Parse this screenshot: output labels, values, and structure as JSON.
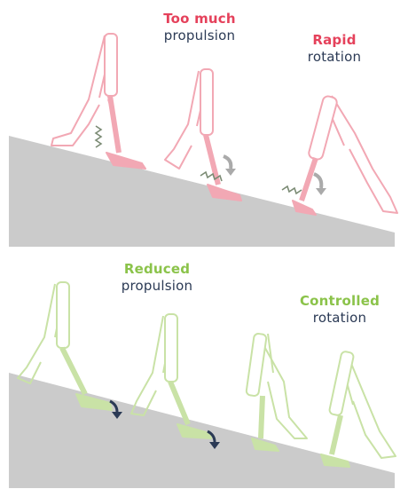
{
  "top_panel": {
    "label1": {
      "highlight": "Too much",
      "text": "propulsion"
    },
    "label2": {
      "highlight": "Rapid",
      "text": "rotation"
    }
  },
  "bottom_panel": {
    "label1": {
      "highlight": "Reduced",
      "text": "propulsion"
    },
    "label2": {
      "highlight": "Controlled",
      "text": "rotation"
    }
  },
  "colors": {
    "accent_top": "#e5415b",
    "accent_bottom": "#8bc34a",
    "text_dark": "#2b3a55",
    "slope": "#cbcbcb",
    "leg_top": "#f2a8b4",
    "leg_bottom": "#c9e2a6"
  }
}
